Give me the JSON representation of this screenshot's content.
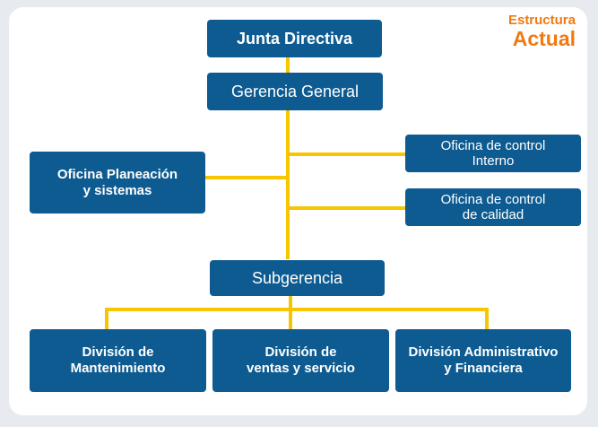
{
  "header": {
    "title_line1": "Estructura",
    "title_line2": "Actual"
  },
  "org": {
    "board": "Junta Directiva",
    "general_management": "Gerencia General",
    "planning_office": "Oficina Planeación\ny sistemas",
    "internal_control_office": "Oficina de control\nInterno",
    "quality_control_office": "Oficina de control\nde calidad",
    "sub_management": "Subgerencia",
    "maintenance_division": "División de\nMantenimiento",
    "sales_division": "División de\nventas y servicio",
    "admin_division": "División Administrativo\ny Financiera"
  },
  "colors": {
    "box_fill": "#0e5b91",
    "connector": "#f7c600",
    "title_accent": "#f07a10"
  }
}
